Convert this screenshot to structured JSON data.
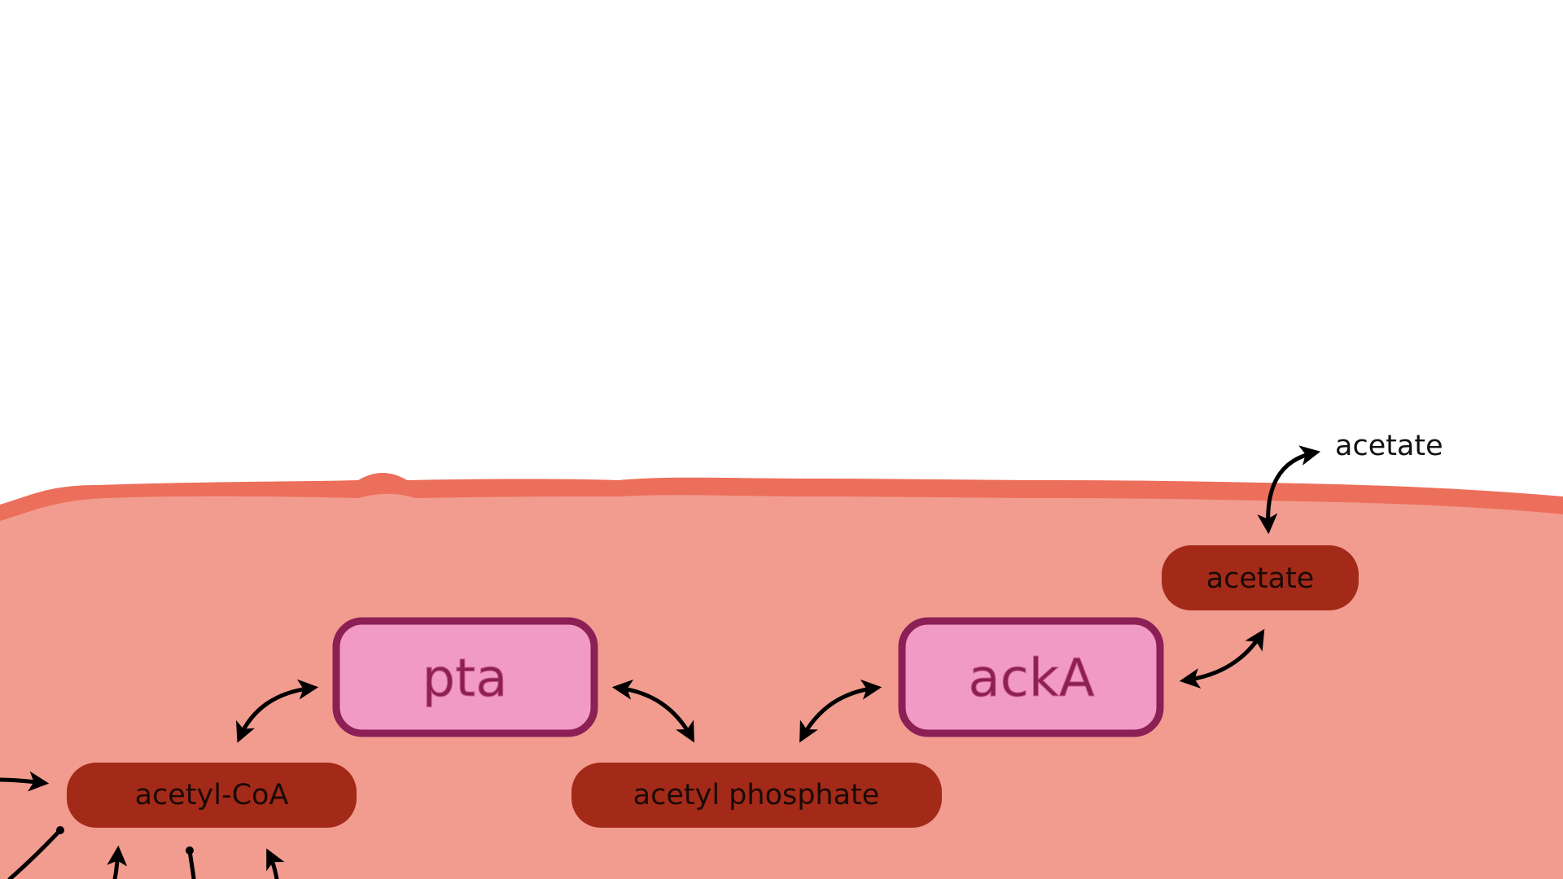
{
  "colors": {
    "background": "#ffffff",
    "membrane": "#ec6f5b",
    "cytoplasm": "#f19c8f",
    "metabolite_fill": "#a32a18",
    "enzyme_fill": "#f19ac5",
    "enzyme_border": "#8c1f55",
    "arrow": "#000000"
  },
  "enzymes": {
    "pta": "pta",
    "ackA": "ackA"
  },
  "metabolites": {
    "acetyl_coa": "acetyl-CoA",
    "acetyl_phosphate": "acetyl phosphate",
    "acetate_inside": "acetate"
  },
  "outside": {
    "acetate": "acetate"
  },
  "reactions": [
    {
      "from": "acetyl-CoA",
      "to": "pta",
      "type": "reversible"
    },
    {
      "from": "pta",
      "to": "acetyl phosphate",
      "type": "reversible"
    },
    {
      "from": "acetyl phosphate",
      "to": "ackA",
      "type": "reversible"
    },
    {
      "from": "ackA",
      "to": "acetate",
      "type": "reversible"
    },
    {
      "from": "acetate",
      "to": "acetate (extracellular)",
      "type": "reversible"
    }
  ]
}
